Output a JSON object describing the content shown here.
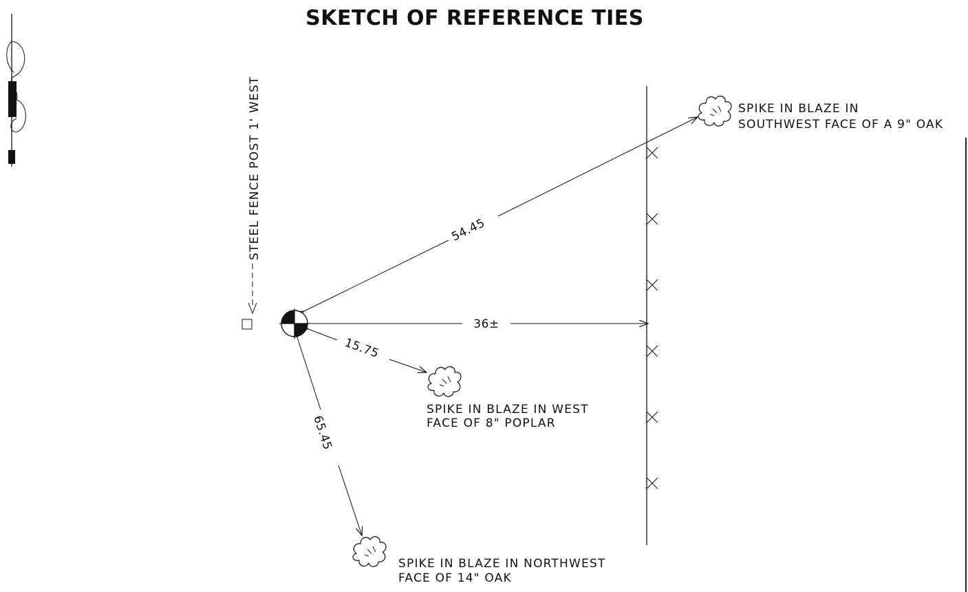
{
  "title": "SKETCH OF REFERENCE TIES",
  "fence_post_label": "STEEL FENCE POST 1' WEST",
  "ties": [
    {
      "id": "oak-9",
      "distance": "54.45",
      "label_lines": [
        "SPIKE IN BLAZE IN",
        "SOUTHWEST FACE OF A 9\" OAK"
      ]
    },
    {
      "id": "poplar-8",
      "distance": "15.75",
      "label_lines": [
        "SPIKE IN BLAZE IN WEST",
        "FACE OF 8\" POPLAR"
      ]
    },
    {
      "id": "oak-14",
      "distance": "65.45",
      "label_lines": [
        "SPIKE IN BLAZE IN NORTHWEST",
        "FACE OF 14\" OAK"
      ]
    }
  ],
  "fence_distance": "36±",
  "fence_x_count": 6,
  "icons": {
    "north_arrow": "north-arrow-icon",
    "control_point": "survey-control-point-icon",
    "tree": "tree-icon",
    "fence_post": "square-post-icon"
  }
}
